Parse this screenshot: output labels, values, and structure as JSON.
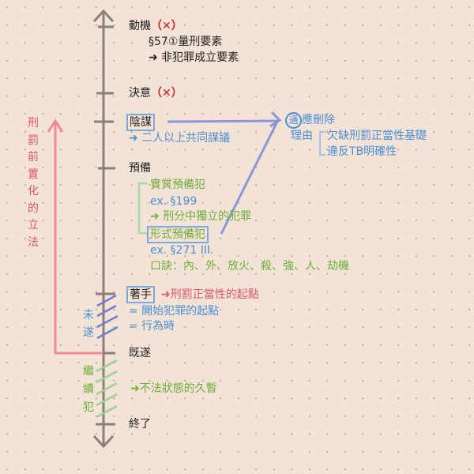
{
  "timeline": {
    "motive": {
      "label": "動機",
      "mark": "（✕）"
    },
    "motive_note1": "§57①量刑要素",
    "motive_note2": "➜ 非犯罪成立要素",
    "decision": {
      "label": "決意",
      "mark": "（✕）"
    },
    "conspiracy": "陰謀",
    "conspiracy_note": "➜ 二人以上共同謀議",
    "preparation": "預備",
    "prep_items": {
      "substantive": "實質預備犯",
      "substantive_ex": "ex. §199",
      "substantive_note": "➜ 刑分中獨立的犯罪",
      "formal": "形式預備犯",
      "formal_ex": "ex. §271 III.",
      "mnemonic": "口訣：內、外、放火、殺、強、人、劫機"
    },
    "commencement": "著手",
    "commencement_note": "➜刑罰正當性的起點",
    "commencement_eq1": "= 開始犯罪的起點",
    "commencement_eq2": "= 行為時",
    "attempt": "未遂",
    "completion": "既遂",
    "continuing": "繼續犯",
    "continuing_note": "➜不法狀態的久暫",
    "termination": "終了"
  },
  "side_label": "刑罰前置化的立法",
  "critique": {
    "badge": "通",
    "headline": "應刪除",
    "reason_label": "理由",
    "reasons": [
      "欠缺刑罰正當性基礎",
      "違反TB明確性"
    ]
  }
}
